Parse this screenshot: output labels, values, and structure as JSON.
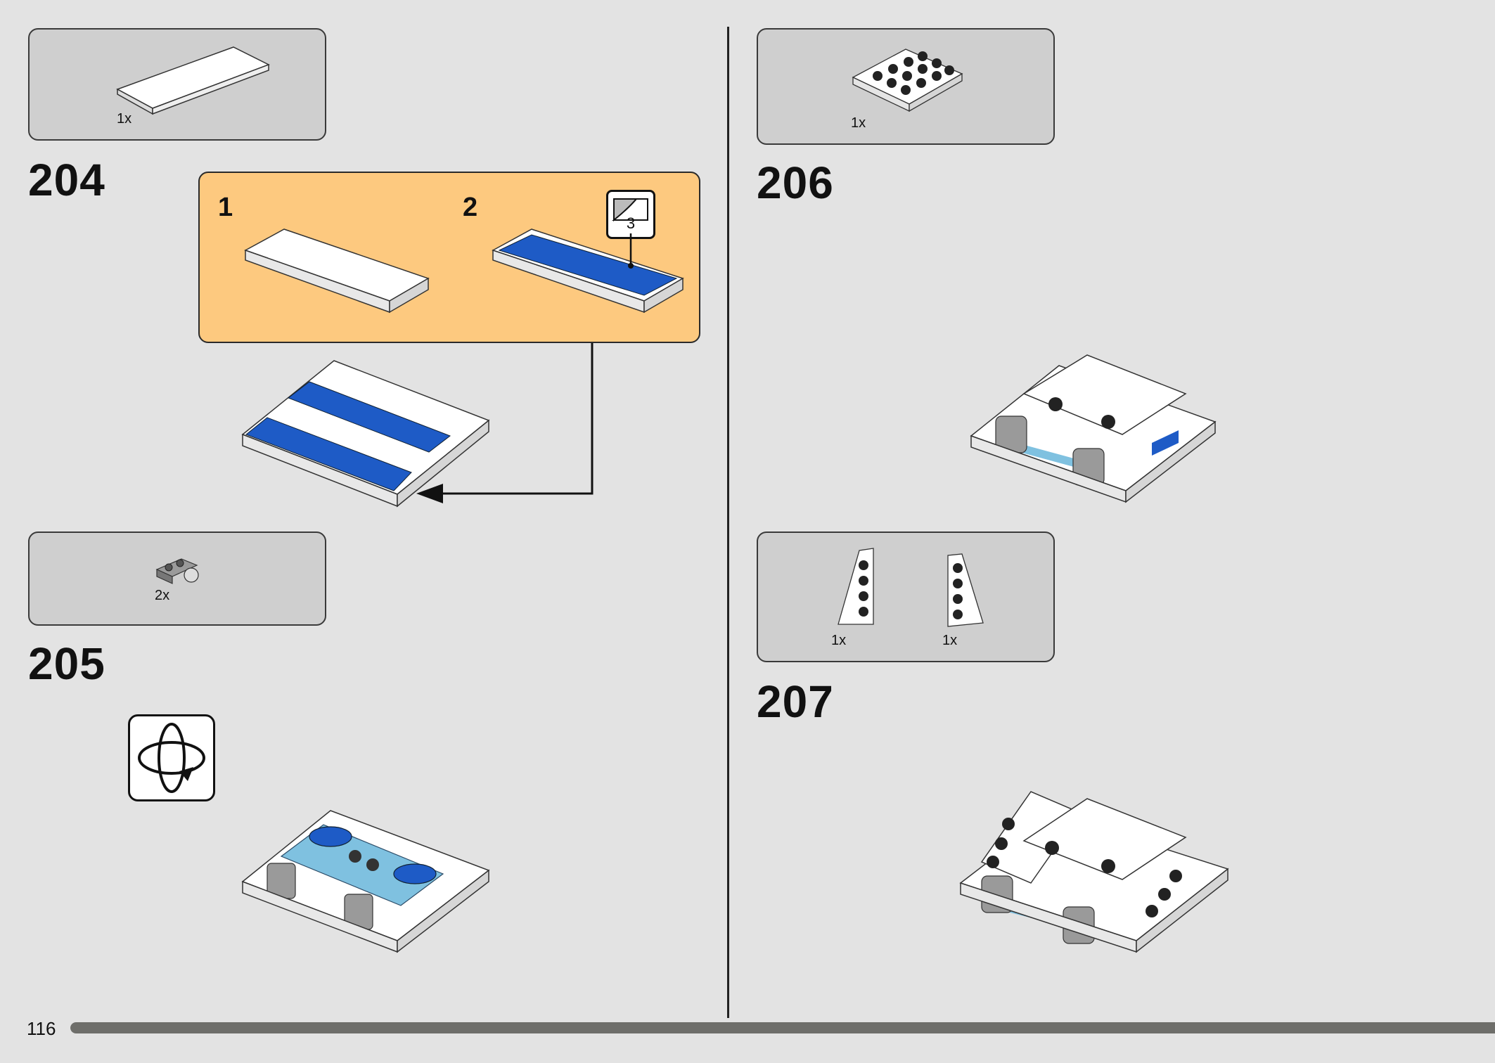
{
  "page": {
    "number": "116",
    "progress_fraction": 1.0
  },
  "steps": {
    "s204": {
      "number": "204",
      "part_qty": "1x",
      "callout": {
        "sub1": "1",
        "sub2": "2",
        "sticker_number": "3"
      }
    },
    "s205": {
      "number": "205",
      "part_qty": "2x"
    },
    "s206": {
      "number": "206",
      "part_qty": "1x"
    },
    "s207": {
      "number": "207",
      "part_qty_left": "1x",
      "part_qty_right": "1x"
    }
  },
  "colors": {
    "background": "#e3e3e3",
    "parts_box": "#cfcfcf",
    "callout": "#fdc97f",
    "brick_blue": "#1e5bc6",
    "brick_light_blue": "#7fc1e0",
    "brick_gray": "#9a9a9a",
    "brick_white": "#ffffff"
  },
  "icons": [
    "rotate-model-icon",
    "sticker-icon",
    "arrow-icon"
  ]
}
